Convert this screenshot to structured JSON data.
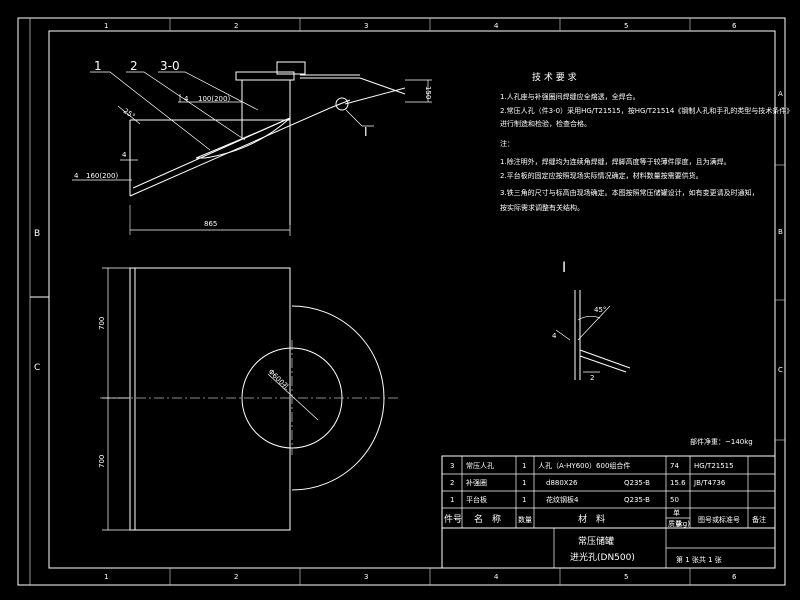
{
  "border": {
    "top_numbers": [
      "1",
      "2",
      "3",
      "4",
      "5",
      "6"
    ],
    "bottom_numbers": [
      "1",
      "2",
      "3",
      "4",
      "5",
      "6"
    ],
    "left_letters": [
      "B",
      "C"
    ],
    "right_letters": [
      "A",
      "B",
      "C"
    ]
  },
  "front_view": {
    "callouts": [
      "1",
      "2",
      "3-0"
    ],
    "angle_label": "25°",
    "weld_upper": "4",
    "weld_upper_len": "100(200)",
    "weld_mid": "4",
    "weld_lower": "4",
    "weld_lower_len": "160(200)",
    "dim_height": "150",
    "dim_width": "865",
    "detail_callout": "I"
  },
  "plan_view": {
    "dim_upper": "700",
    "dim_lower": "700",
    "circle_label": "Φ600孔"
  },
  "detail": {
    "title": "I",
    "angle": "45°",
    "thk_left": "4",
    "thk_bottom": "2"
  },
  "tech_req": {
    "title": "技 术 要 求",
    "lines": [
      "1.人孔座与补强圈间焊缝应全熔透，全焊合。",
      "2.常压人孔（件3-0）采用HG/T21515，按HG/T21514《钢制人孔和手孔的类型与技术条件》",
      "   进行制造和检验，检查合格。",
      "注：",
      "1.除注明外，焊缝均为连续角焊缝，焊脚高度等于较薄件厚度，且为满焊。",
      "2.平台板的固定应按照现场实际情况确定，材料数量按需要供货。",
      "3.铁三角的尺寸与标高由现场确定。本图按照常压储罐设计，如有变更请及时通知，",
      "   按实际需求调整有关结构。"
    ]
  },
  "mass_note": "部件净重：~140kg",
  "bom": {
    "rows": [
      {
        "no": "3",
        "name": "常压人孔",
        "qty": "1",
        "material": "人孔（A-HY600）600组合件",
        "grade": "",
        "unit_mass": "74",
        "std": "HG/T21515"
      },
      {
        "no": "2",
        "name": "补强圈",
        "qty": "1",
        "material": "d880X26",
        "grade": "Q235-B",
        "unit_mass": "15.6",
        "std": "JB/T4736"
      },
      {
        "no": "1",
        "name": "平台板",
        "qty": "1",
        "material": "花纹钢板4",
        "grade": "Q235-B",
        "unit_mass": "50",
        "std": ""
      }
    ],
    "header": {
      "no": "件号",
      "name": "名　称",
      "qty": "数量",
      "material": "材　料",
      "mass_top": "单",
      "mass_bottom": "质量",
      "mass_unit": "(kg)",
      "std": "图号或标准号",
      "remark": "备注"
    }
  },
  "title_block": {
    "name": "常压储罐",
    "subtitle": "进光孔(DN500)",
    "sheet": "第 1 张共 1 张"
  }
}
